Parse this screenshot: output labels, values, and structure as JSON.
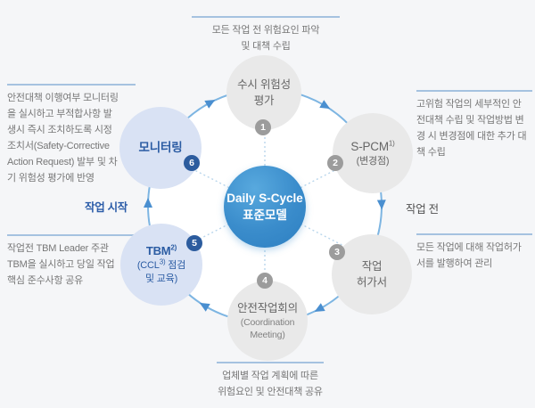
{
  "center": {
    "line1": "Daily S-Cycle",
    "line2": "표준모델"
  },
  "nodes": [
    {
      "number": "1",
      "lines": [
        "수시 위험성",
        "평가"
      ]
    },
    {
      "number": "2",
      "title": "S-PCM",
      "title_sup": "1)",
      "subtitle": "(변경점)"
    },
    {
      "number": "3",
      "lines": [
        "작업",
        "허가서"
      ]
    },
    {
      "number": "4",
      "title": "안전작업회의",
      "sub_lines": [
        "(Coordination",
        "Meeting)"
      ]
    },
    {
      "number": "5",
      "title": "TBM",
      "title_sup": "2)",
      "detail_pre": "(CCL",
      "detail_sup": "3)",
      "detail_post": " 점검",
      "detail_line2": "및 교육)"
    },
    {
      "number": "6",
      "title": "모니터링"
    }
  ],
  "annotations": {
    "top": {
      "lines": [
        "모든 작업 전 위험요인 파악",
        "및 대책 수립"
      ]
    },
    "right_top": {
      "lines": [
        "고위험 작업의 세부적인 안",
        "전대책 수립 및 작업방법 변",
        "경 시 변경점에 대한 추가 대",
        "책 수립"
      ]
    },
    "right_bottom": {
      "lines": [
        "모든 작업에 대해 작업허가",
        "서를 발행하여 관리"
      ]
    },
    "bottom": {
      "lines": [
        "업체별 작업 계획에 따른",
        "위험요인 및 안전대책 공유"
      ]
    },
    "left_bottom": {
      "lines": [
        "작업전 TBM Leader 주관",
        "TBM을 실시하고 당일 작업",
        "핵심 준수사항 공유"
      ]
    },
    "left_top": {
      "lines": [
        "안전대책 이행여부 모니터링",
        "을 실시하고 부적합사항 발",
        "생시 즉시 조치하도록 시정",
        "조치서(Safety-Corrective",
        "Action Request) 발부 및 차",
        "기 위험성 평가에 반영"
      ]
    }
  },
  "phase_labels": {
    "work_start": "작업 시작",
    "before_work": "작업 전"
  },
  "colors": {
    "background": "#f5f6f8",
    "center_blue": "#3a8ccb",
    "node_gray": "#e9e9e9",
    "node_light_blue": "#d9e2f4",
    "navy_text": "#2b5ca3",
    "badge_gray": "#9c9c9c",
    "badge_navy": "#2c5c9e",
    "ring_blue": "#7db5e2",
    "arrow_blue": "#4a8fd0",
    "divider_blue": "#a5c2e0",
    "annotation_text": "#777777"
  }
}
